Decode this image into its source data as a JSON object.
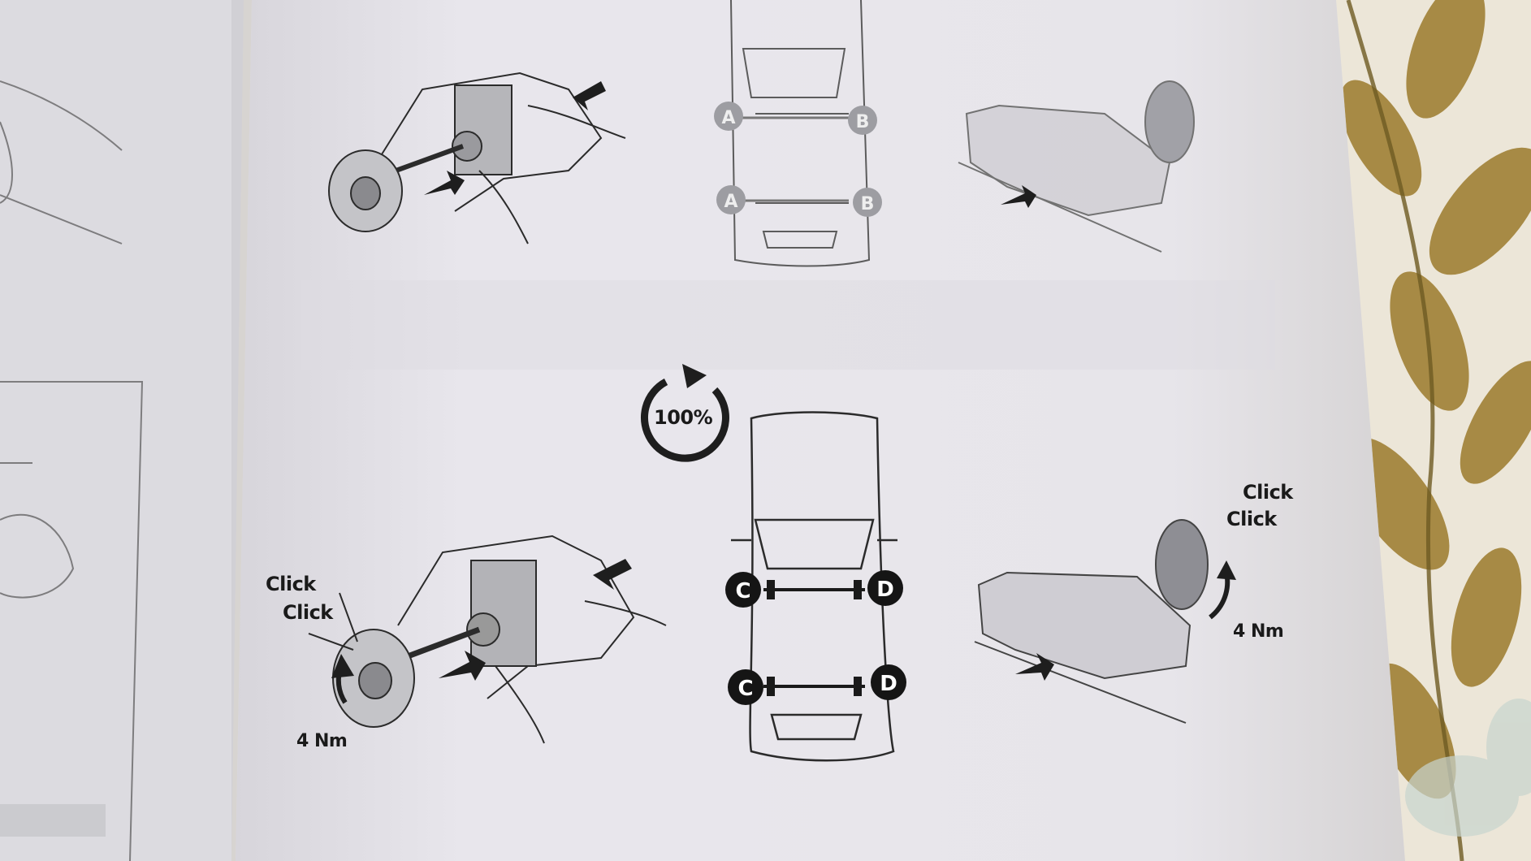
{
  "manual": {
    "top_row": {
      "markers": [
        "A",
        "A",
        "B",
        "B"
      ]
    },
    "middle": {
      "rotation_label": "100%"
    },
    "bottom_row": {
      "markers": [
        "C",
        "C",
        "D",
        "D"
      ],
      "left_click_1": "Click",
      "left_click_2": "Click",
      "left_torque": "4 Nm",
      "right_click_1": "Click",
      "right_click_2": "Click",
      "right_torque": "4 Nm"
    }
  },
  "colors": {
    "background_fabric": "#e9e3d6",
    "leaf": "#9c7a2c",
    "page": "#e6e4ea",
    "ink": "#1a1a1a"
  }
}
